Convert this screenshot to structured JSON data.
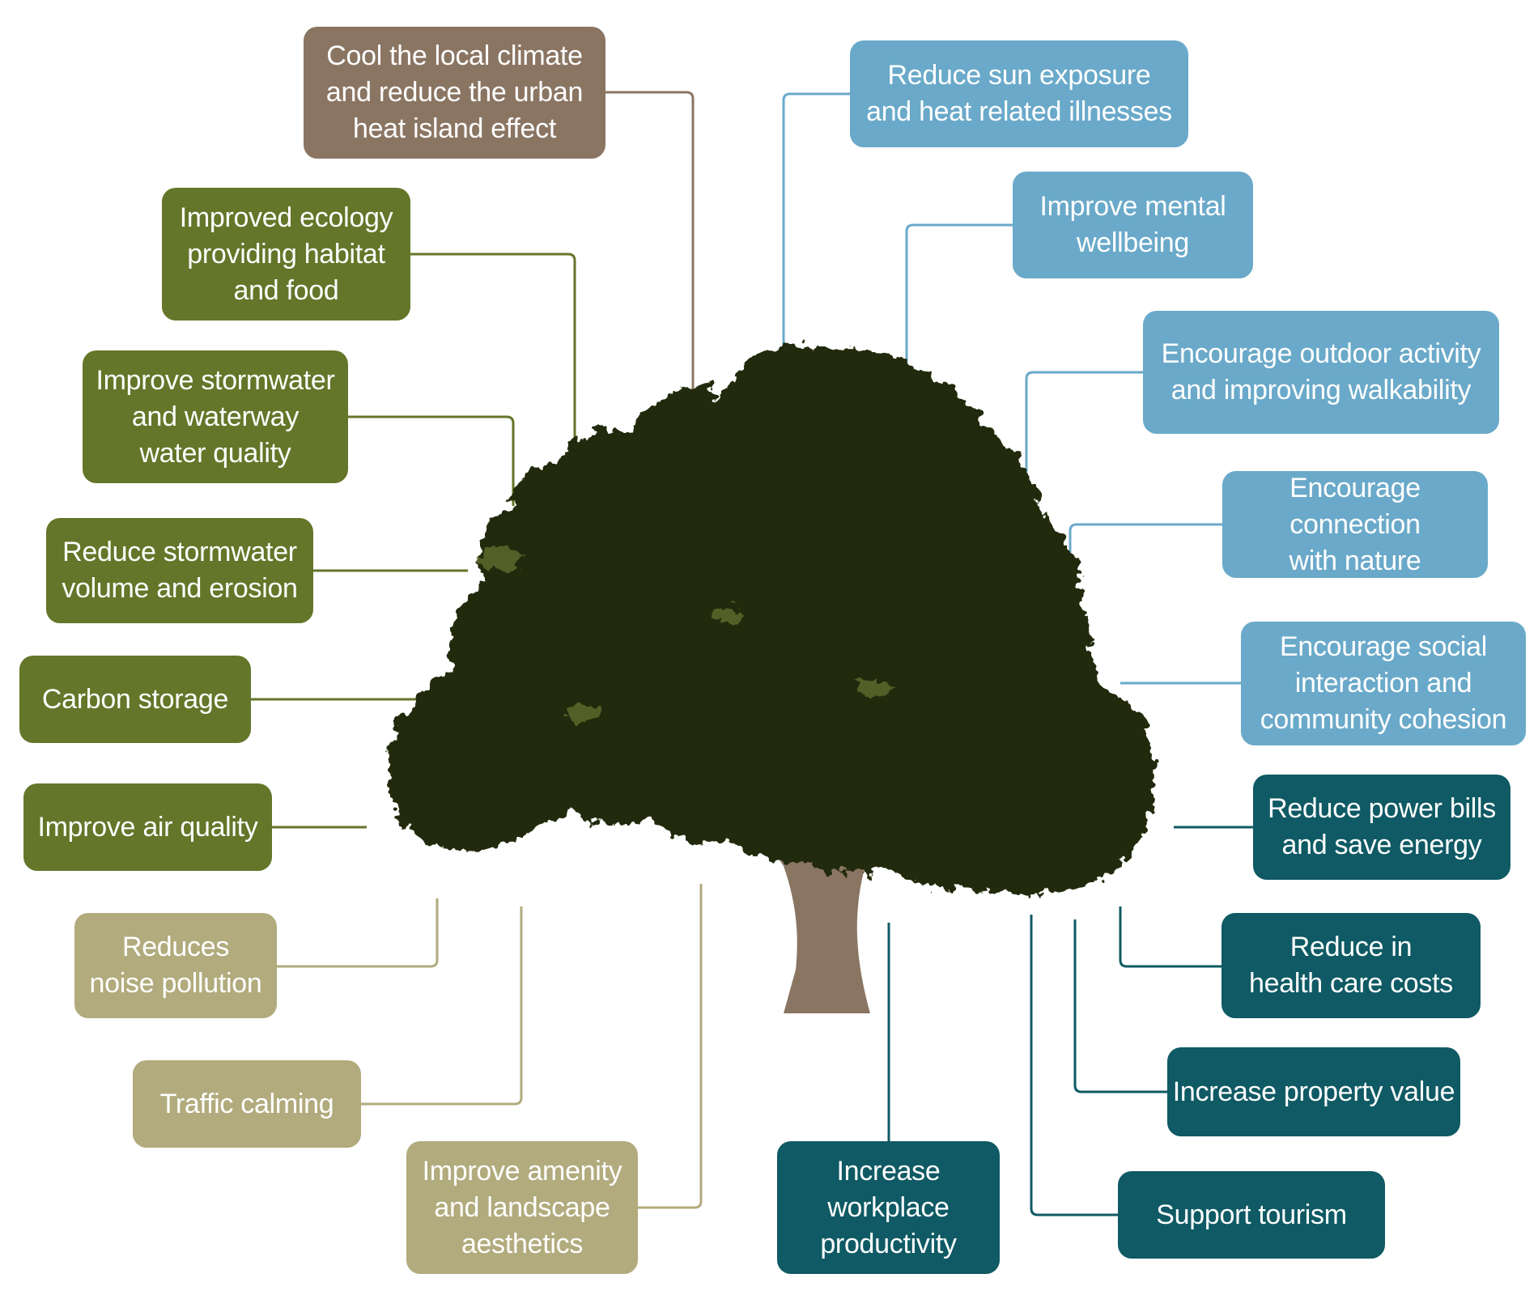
{
  "colors": {
    "brown": "#8a7563",
    "green": "#647629",
    "khaki": "#b1ab7d",
    "light_blue": "#6aa9c9",
    "teal": "#0f5a64",
    "canopy": "#232a07",
    "canopy_highlight": "#7d8a3e",
    "trunk": "#8a7563"
  },
  "benefits": [
    {
      "id": "cool-climate",
      "color": "brown",
      "text": "Cool the local climate\nand reduce the urban\nheat island effect"
    },
    {
      "id": "improved-ecology",
      "color": "green",
      "text": "Improved ecology\nproviding habitat\nand food"
    },
    {
      "id": "stormwater-quality",
      "color": "green",
      "text": "Improve stormwater\nand waterway\nwater quality"
    },
    {
      "id": "stormwater-volume",
      "color": "green",
      "text": "Reduce stormwater\nvolume and erosion"
    },
    {
      "id": "carbon-storage",
      "color": "green",
      "text": "Carbon storage"
    },
    {
      "id": "air-quality",
      "color": "green",
      "text": "Improve air quality"
    },
    {
      "id": "noise-pollution",
      "color": "khaki",
      "text": "Reduces\nnoise pollution"
    },
    {
      "id": "traffic-calming",
      "color": "khaki",
      "text": "Traffic calming"
    },
    {
      "id": "amenity",
      "color": "khaki",
      "text": "Improve amenity\nand landscape\naesthetics"
    },
    {
      "id": "sun-exposure",
      "color": "light_blue",
      "text": "Reduce sun exposure\nand heat related illnesses"
    },
    {
      "id": "mental-wellbeing",
      "color": "light_blue",
      "text": "Improve mental\nwellbeing"
    },
    {
      "id": "outdoor-activity",
      "color": "light_blue",
      "text": "Encourage outdoor activity\nand improving walkability"
    },
    {
      "id": "connection-nature",
      "color": "light_blue",
      "text": "Encourage connection\nwith nature"
    },
    {
      "id": "social-interaction",
      "color": "light_blue",
      "text": "Encourage social\ninteraction and\ncommunity cohesion"
    },
    {
      "id": "power-bills",
      "color": "teal",
      "text": "Reduce power bills\nand save energy"
    },
    {
      "id": "health-care",
      "color": "teal",
      "text": "Reduce in\nhealth care costs"
    },
    {
      "id": "property-value",
      "color": "teal",
      "text": "Increase property value"
    },
    {
      "id": "tourism",
      "color": "teal",
      "text": "Support tourism"
    },
    {
      "id": "workplace-productivity",
      "color": "teal",
      "text": "Increase\nworkplace\nproductivity"
    }
  ]
}
